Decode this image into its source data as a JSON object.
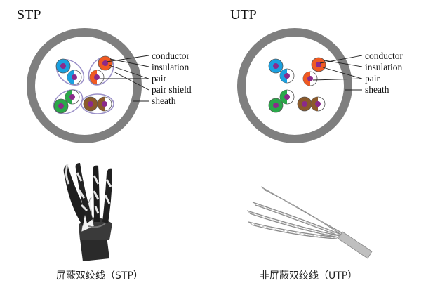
{
  "stp": {
    "title": "STP",
    "labels": [
      "conductor",
      "insulation",
      "pair",
      "pair shield",
      "sheath"
    ],
    "caption": "屏蔽双绞线（STP）"
  },
  "utp": {
    "title": "UTP",
    "labels": [
      "conductor",
      "insulation",
      "pair",
      "sheath"
    ],
    "caption": "非屏蔽双绞线（UTP）"
  },
  "colors": {
    "sheath": "#7f7f7f",
    "conductor": "#8b2a8b",
    "pair_blue": "#1aa0e0",
    "pair_orange": "#f05a22",
    "pair_green": "#2aa84a",
    "pair_brown": "#8b5a2b",
    "shield": "#9a8fc8"
  }
}
